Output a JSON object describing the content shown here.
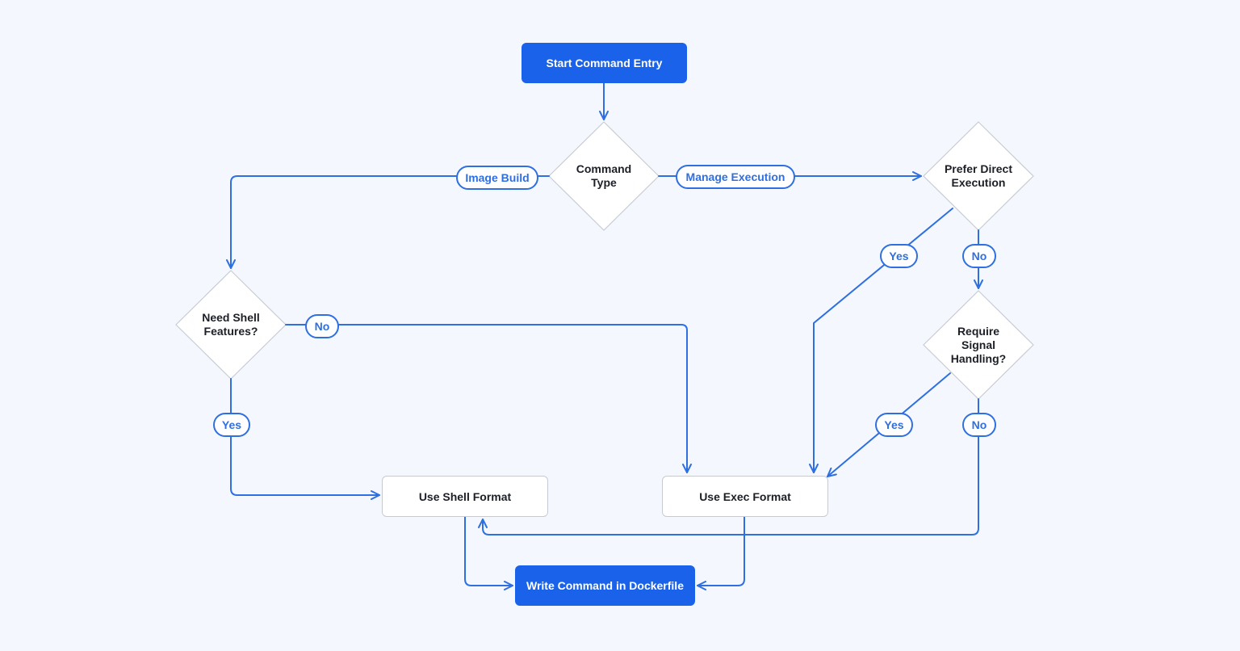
{
  "colors": {
    "background": "#f4f8fe",
    "primary": "#1a62ea",
    "connector": "#2f6fe0",
    "node_border": "#c6cad2",
    "text": "#1c1f26"
  },
  "nodes": {
    "start": "Start Command Entry",
    "command_type": [
      "Command",
      "Type"
    ],
    "prefer_direct": [
      "Prefer Direct",
      "Execution"
    ],
    "need_shell": [
      "Need Shell",
      "Features?"
    ],
    "require_signal": [
      "Require",
      "Signal",
      "Handling?"
    ],
    "shell_format": "Use Shell Format",
    "exec_format": "Use Exec Format",
    "write_command": "Write Command in Dockerfile"
  },
  "edge_labels": {
    "image_build": "Image Build",
    "manage_execution": "Manage Execution",
    "need_shell_no": "No",
    "need_shell_yes": "Yes",
    "prefer_yes": "Yes",
    "prefer_no": "No",
    "signal_yes": "Yes",
    "signal_no": "No"
  }
}
